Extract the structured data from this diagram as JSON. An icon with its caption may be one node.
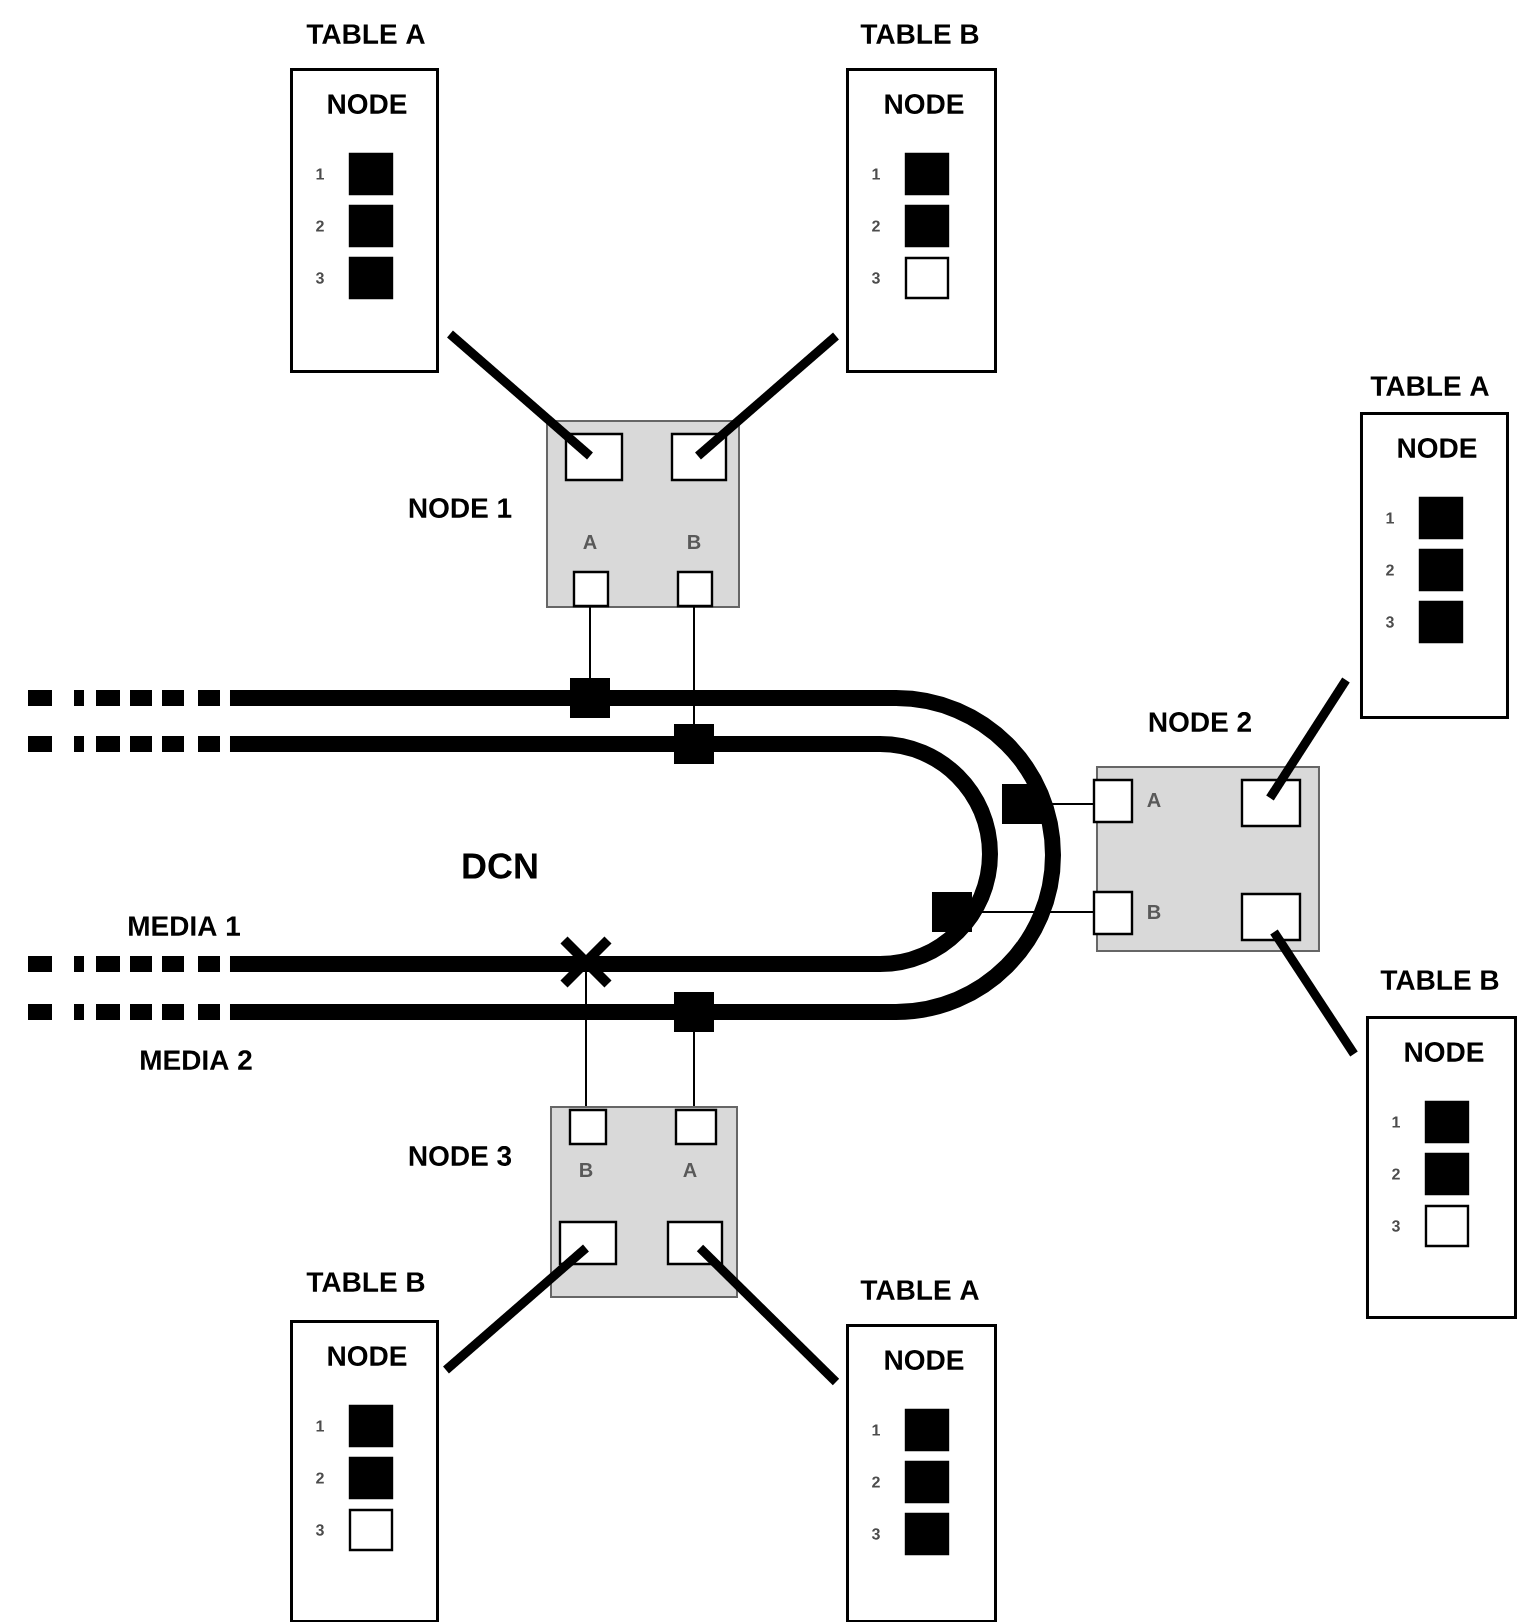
{
  "diagram": {
    "nodes": [
      {
        "text": [
          "TABLE A",
          "NODE",
          "1",
          "2",
          "3"
        ]
      },
      {
        "text": [
          "TABLE B",
          "NODE",
          "1",
          "2",
          "3"
        ]
      },
      {
        "text": [
          "NODE 1",
          "A",
          "B"
        ]
      },
      {
        "text": [
          "TABLE A",
          "NODE",
          "1",
          "2",
          "3"
        ]
      },
      {
        "text": [
          "NODE 2",
          "A",
          "B"
        ]
      },
      {
        "text": [
          "TABLE B",
          "NODE",
          "1",
          "2",
          "3"
        ]
      },
      {
        "text": [
          "NODE 3",
          "B",
          "A"
        ]
      },
      {
        "text": [
          "TABLE B",
          "NODE",
          "1",
          "2",
          "3"
        ]
      },
      {
        "text": [
          "TABLE A",
          "NODE",
          "1",
          "2",
          "3"
        ]
      }
    ],
    "edges": [
      {
        "from": 0,
        "to": 2,
        "arrow": "none",
        "style": "thick"
      },
      {
        "from": 1,
        "to": 2,
        "arrow": "none",
        "style": "thick"
      },
      {
        "from": 3,
        "to": 4,
        "arrow": "none",
        "style": "thick"
      },
      {
        "from": 5,
        "to": 4,
        "arrow": "none",
        "style": "thick"
      },
      {
        "from": 7,
        "to": 6,
        "arrow": "none",
        "style": "thick"
      },
      {
        "from": 8,
        "to": 6,
        "arrow": "none",
        "style": "thick"
      },
      {
        "from": 2,
        "to": null,
        "arrow": "other"
      },
      {
        "from": 2,
        "to": null,
        "arrow": "other"
      },
      {
        "from": 4,
        "to": null,
        "arrow": "other"
      },
      {
        "from": 4,
        "to": null,
        "arrow": "other"
      },
      {
        "from": 6,
        "to": null,
        "arrow": "none"
      },
      {
        "from": 6,
        "to": null,
        "arrow": "other"
      }
    ],
    "labels": [
      "DCN",
      "MEDIA 1",
      "MEDIA 2"
    ]
  }
}
